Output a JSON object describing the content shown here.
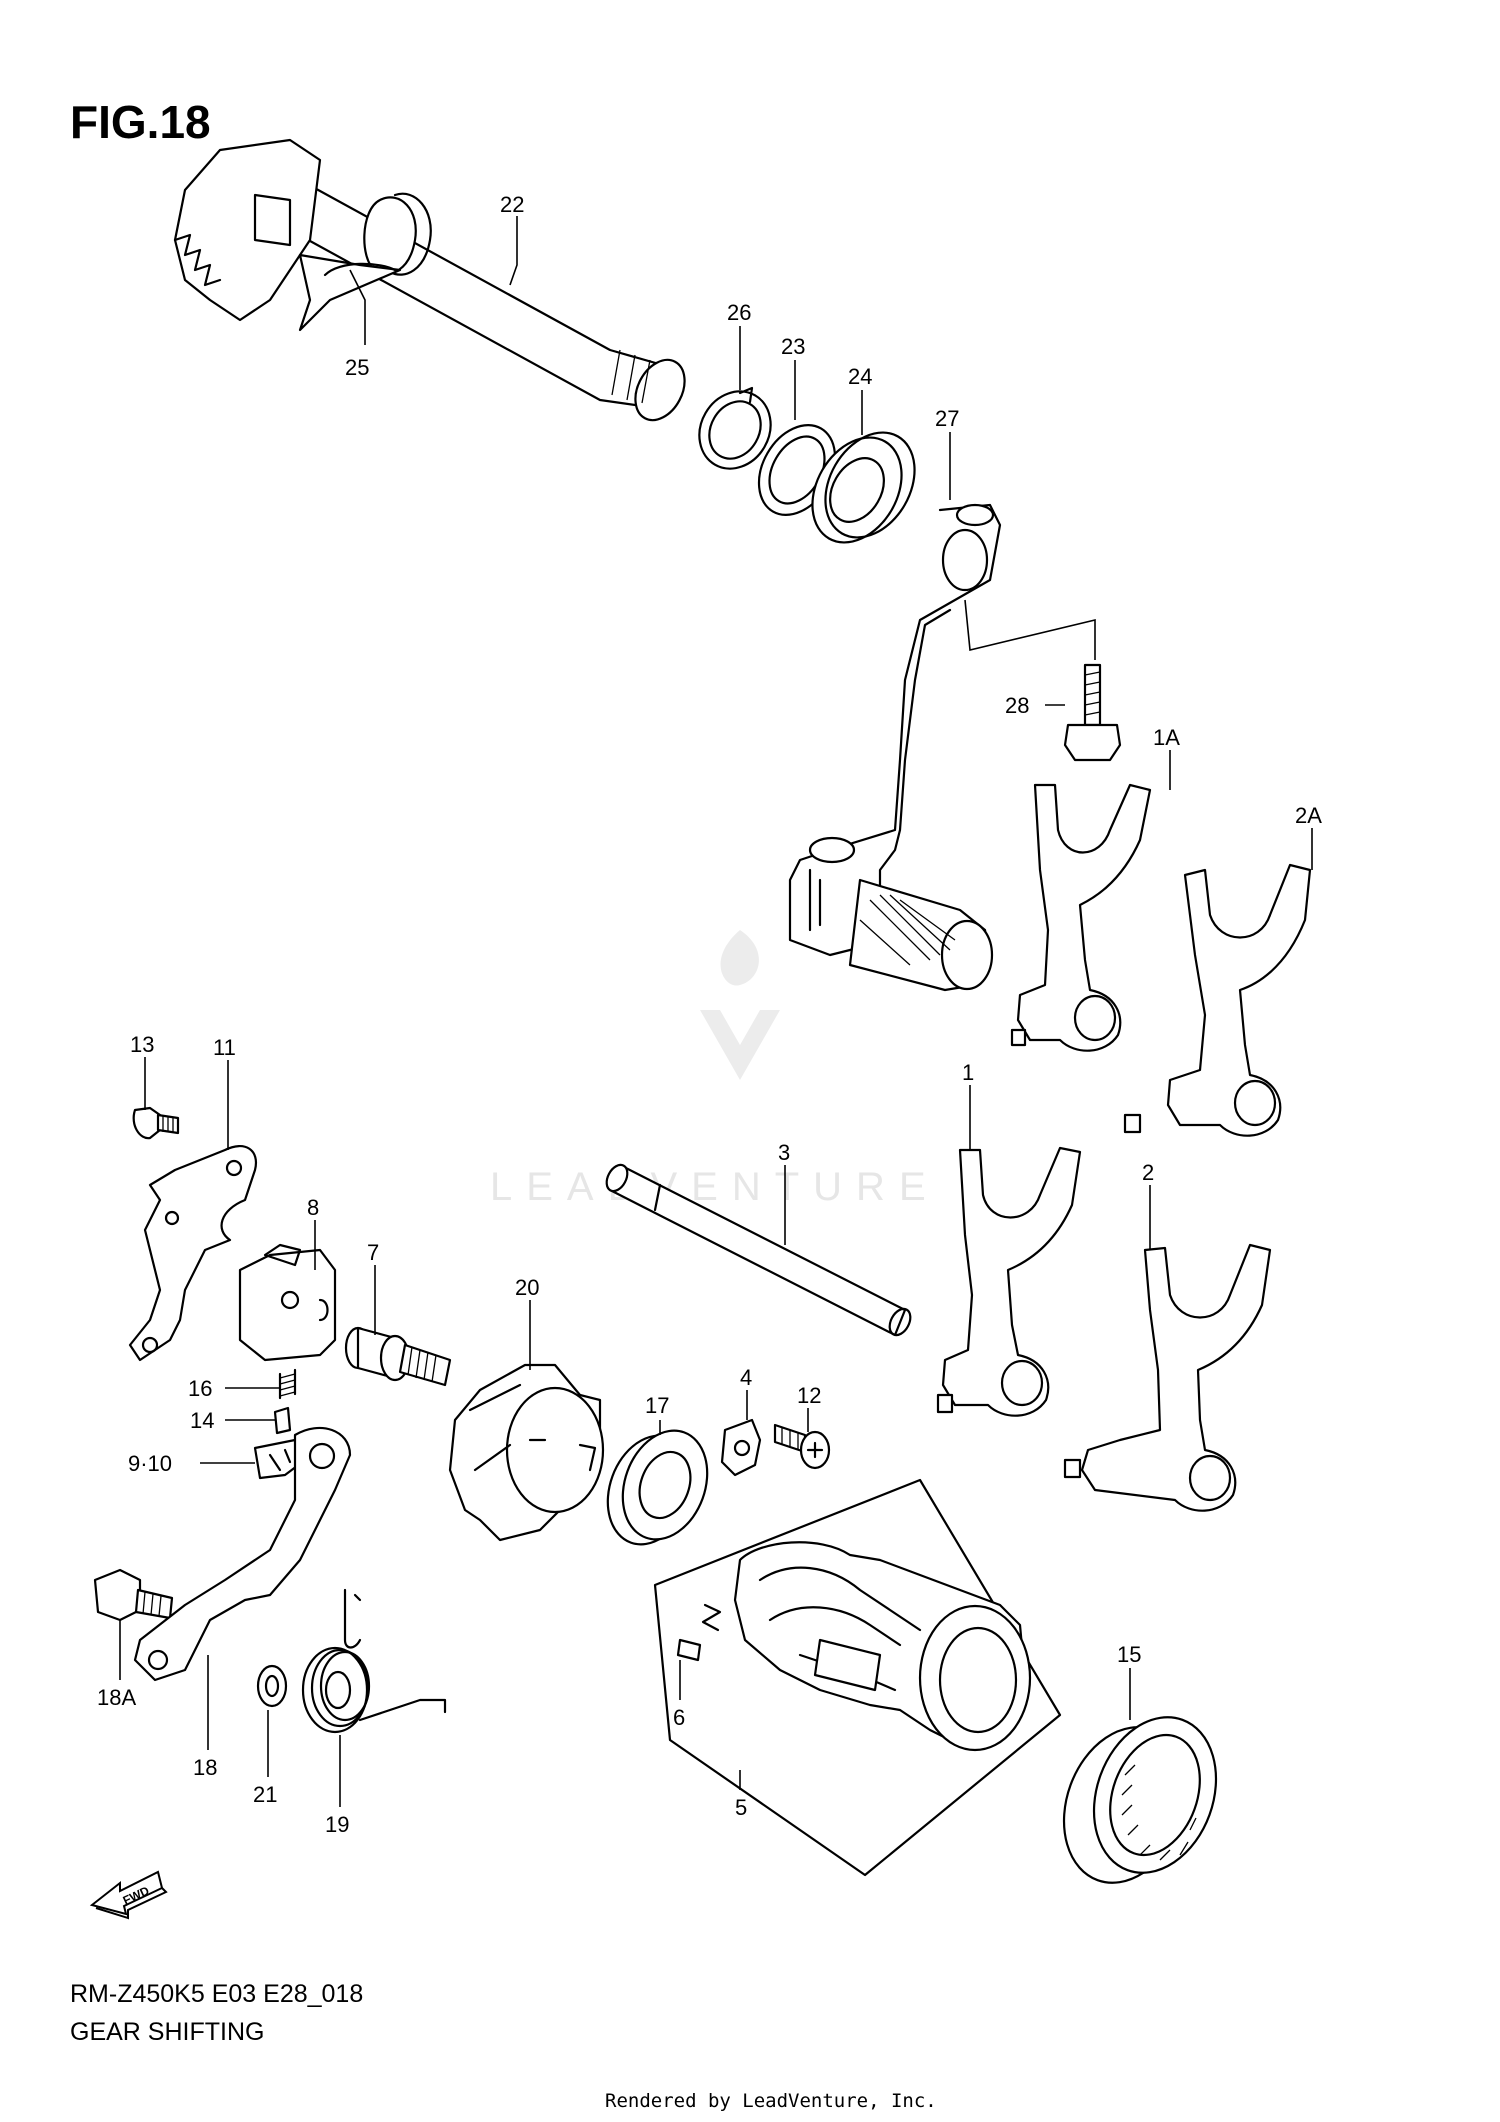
{
  "figure_label": "FIG.18",
  "diagram_code": "RM-Z450K5 E03 E28_018",
  "diagram_title": "GEAR SHIFTING",
  "footer_text": "Rendered by LeadVenture, Inc.",
  "watermark_text": "LEADVENTURE",
  "fwd_label": "FWD",
  "callouts": {
    "c22": "22",
    "c25": "25",
    "c26": "26",
    "c23": "23",
    "c24": "24",
    "c27": "27",
    "c28": "28",
    "c1A": "1A",
    "c2A": "2A",
    "c13": "13",
    "c11": "11",
    "c8": "8",
    "c7": "7",
    "c20": "20",
    "c3": "3",
    "c1": "1",
    "c2": "2",
    "c16": "16",
    "c14": "14",
    "c9_10": "9·10",
    "c4": "4",
    "c12": "12",
    "c17": "17",
    "c18A": "18A",
    "c18": "18",
    "c21": "21",
    "c19": "19",
    "c6": "6",
    "c5": "5",
    "c15": "15"
  }
}
